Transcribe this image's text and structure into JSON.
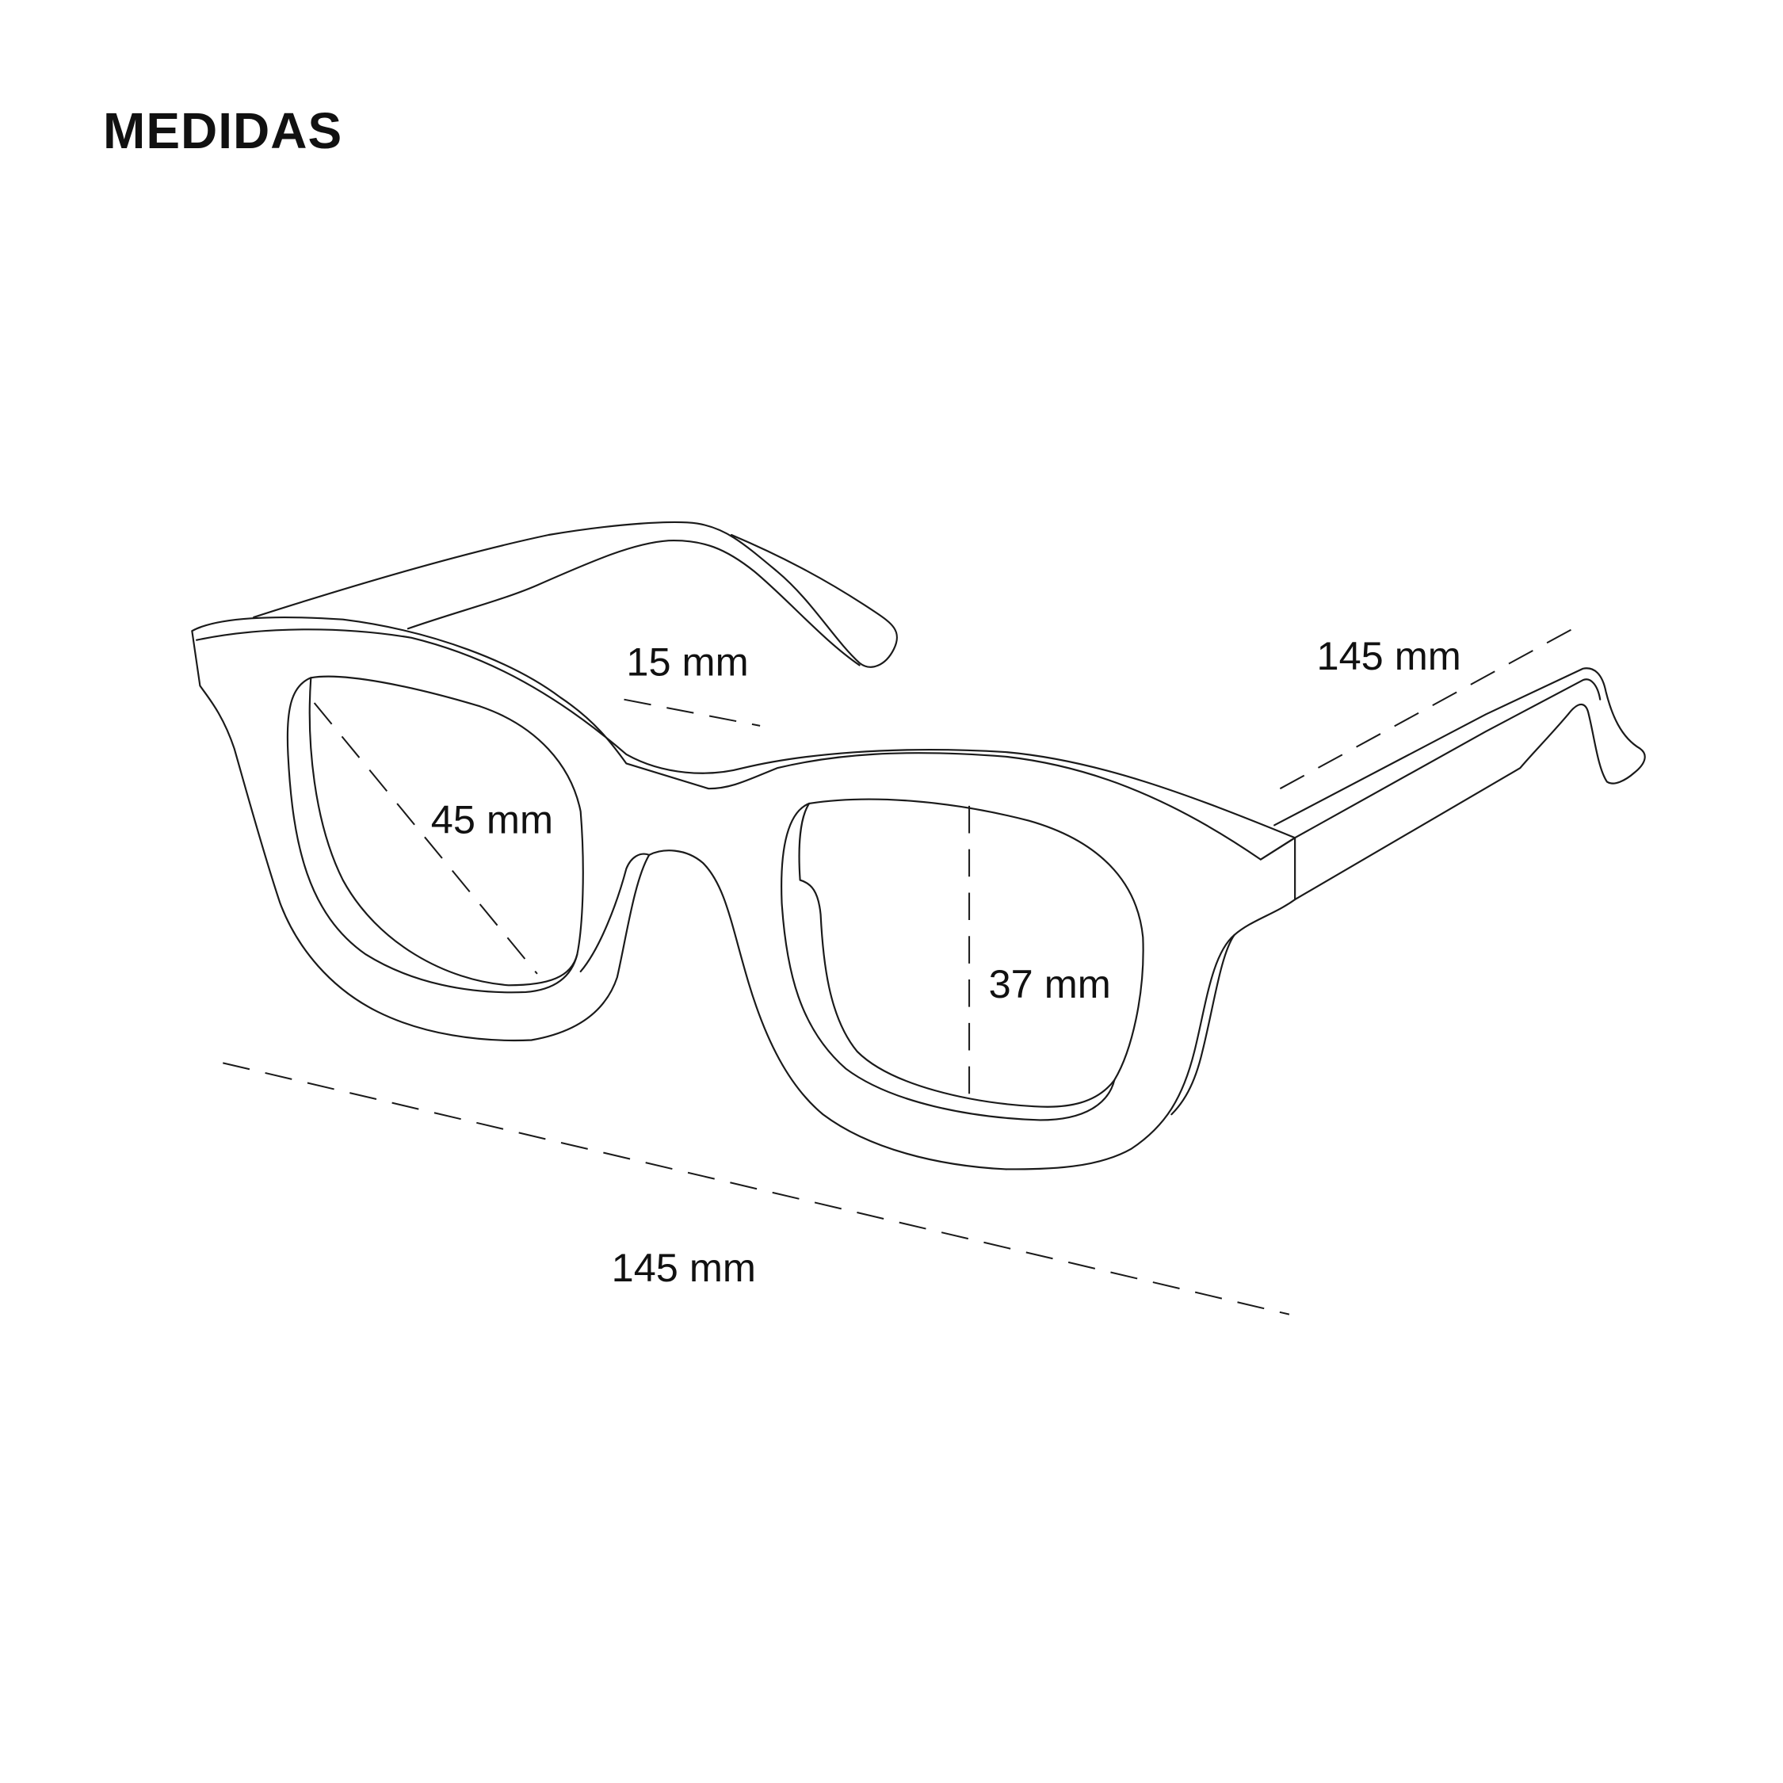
{
  "title": "MEDIDAS",
  "measurements": {
    "bridge": "15 mm",
    "temple_length": "145 mm",
    "lens_width": "45 mm",
    "lens_height": "37 mm",
    "frame_width": "145 mm"
  },
  "colors": {
    "line": "#1a1a1a",
    "background": "#ffffff"
  }
}
